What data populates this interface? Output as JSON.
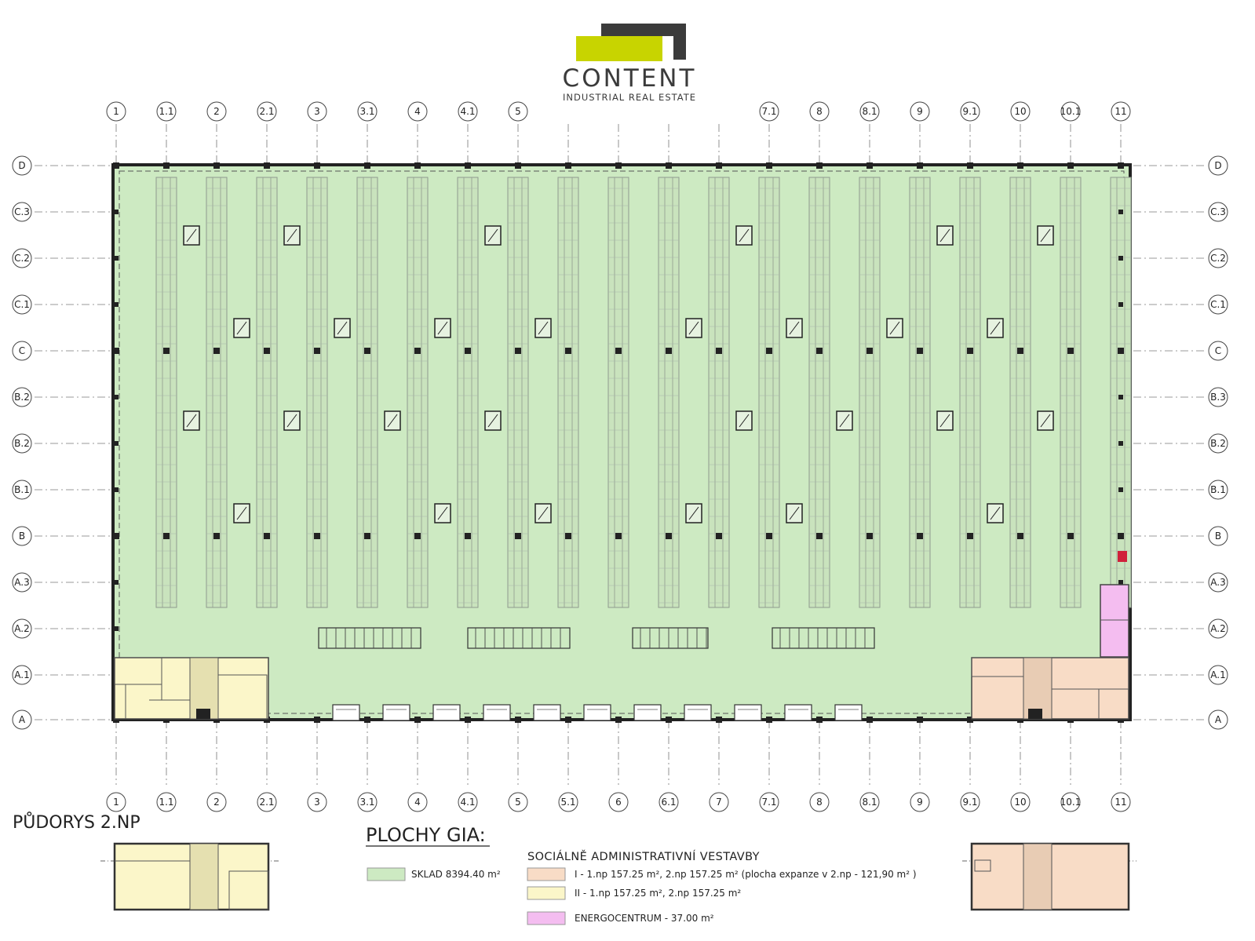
{
  "logo": {
    "name": "CONTENT",
    "tagline": "INDUSTRIAL REAL ESTATE",
    "accent_color": "#c8d400",
    "dark_color": "#3b3b3b"
  },
  "grid": {
    "top_columns": [
      "1",
      "1.1",
      "2",
      "2.1",
      "3",
      "3.1",
      "4",
      "4.1",
      "5",
      "",
      "",
      "",
      "",
      "7.1",
      "8",
      "8.1",
      "9",
      "9.1",
      "10",
      "10.1",
      "11"
    ],
    "bottom_columns": [
      "1",
      "1.1",
      "2",
      "2.1",
      "3",
      "3.1",
      "4",
      "4.1",
      "5",
      "5.1",
      "6",
      "6.1",
      "7",
      "7.1",
      "8",
      "8.1",
      "9",
      "9.1",
      "10",
      "10.1",
      "11"
    ],
    "rows_left": [
      "D",
      "C.3",
      "C.2",
      "C.1",
      "C",
      "B.2",
      "B.2",
      "B.1",
      "B",
      "A.3",
      "A.2",
      "A.1",
      "A"
    ],
    "rows_right": [
      "D",
      "C.3",
      "C.2",
      "C.1",
      "C",
      "B.3",
      "B.2",
      "B.1",
      "B",
      "A.3",
      "A.2",
      "A.1",
      "A"
    ]
  },
  "plan_title": "PŮDORYS 2.NP",
  "legend": {
    "header": "PLOCHY GIA:",
    "subheader": "SOCIÁLNĚ ADMINISTRATIVNÍ VESTAVBY",
    "items": [
      {
        "text": "SKLAD  8394.40 m²",
        "color": "#cdeac2"
      },
      {
        "text": "I - 1.np 157.25 m², 2.np 157.25 m² (plocha expanze v 2.np - 121,90 m² )",
        "color": "#f8dcc6"
      },
      {
        "text": "II - 1.np 157.25 m², 2.np 157.25 m²",
        "color": "#fbf6c9"
      },
      {
        "text": "ENERGOCENTRUM - 37.00 m²",
        "color": "#f4bdf0"
      }
    ]
  },
  "colors": {
    "warehouse": "#cdeac2",
    "office_I": "#f8dcc6",
    "office_II": "#fbf6c9",
    "energy": "#f4bdf0",
    "rack": "#a0a8a0",
    "wall": "#222222"
  }
}
